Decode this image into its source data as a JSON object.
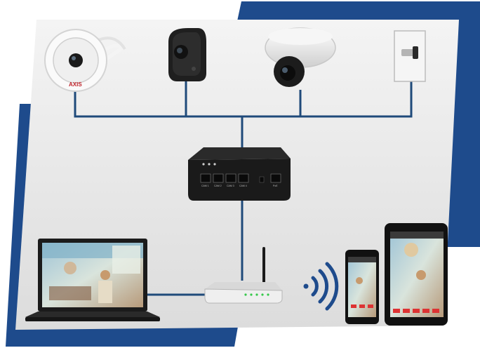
{
  "diagram": {
    "nodes": [
      {
        "id": "cam-modular",
        "kind": "modular-camera"
      },
      {
        "id": "cam-cube",
        "kind": "cube-camera"
      },
      {
        "id": "cam-dome",
        "kind": "dome-camera"
      },
      {
        "id": "cam-pinhole",
        "kind": "wall-pinhole-camera"
      },
      {
        "id": "poe-switch",
        "kind": "poe-switch",
        "ports": [
          "CAM 1",
          "CAM 2",
          "CAM 3",
          "CAM 4",
          "PoE"
        ]
      },
      {
        "id": "router",
        "kind": "wireless-router"
      },
      {
        "id": "laptop",
        "kind": "laptop"
      },
      {
        "id": "wifi",
        "kind": "wireless-signal-icon"
      },
      {
        "id": "phone",
        "kind": "smartphone"
      },
      {
        "id": "tablet",
        "kind": "tablet"
      }
    ],
    "edges": [
      [
        "cam-modular",
        "poe-switch"
      ],
      [
        "cam-cube",
        "poe-switch"
      ],
      [
        "cam-dome",
        "poe-switch"
      ],
      [
        "cam-pinhole",
        "poe-switch"
      ],
      [
        "poe-switch",
        "router"
      ],
      [
        "router",
        "laptop"
      ]
    ],
    "brand_mark": "AXIS",
    "colors": {
      "accent_blue": "#1e4b8c",
      "panel": "#e8e8e8",
      "cable": "#1f4a7a",
      "device": "#232323"
    }
  }
}
